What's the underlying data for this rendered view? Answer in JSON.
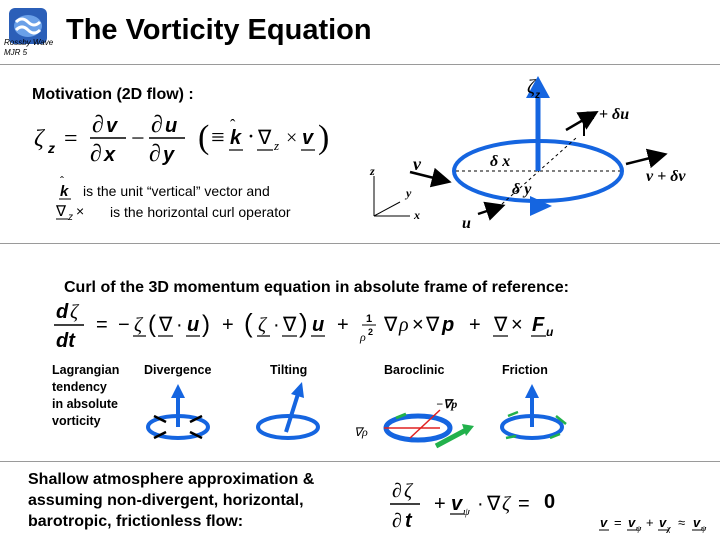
{
  "header": {
    "title": "The Vorticity Equation",
    "logo_caption_1": "Rossby Wave",
    "logo_caption_2": "MJR 5"
  },
  "section1": {
    "heading": "Motivation (2D flow) :",
    "khat_desc": "is the unit “vertical” vector and",
    "curl_desc": "is the horizontal curl operator"
  },
  "diagram": {
    "zeta_z": "ζ",
    "u_plus_du": "u + δu",
    "v_label": "v",
    "dx_label": "δ x",
    "dy_label": "δ y",
    "v_plus_dv": "v + δv",
    "u_label": "u",
    "axis_z": "z",
    "axis_y": "y",
    "axis_x": "x"
  },
  "section2": {
    "heading": "Curl of the 3D momentum equation in absolute frame of reference:",
    "terms": {
      "lagrangian": [
        "Lagrangian",
        "tendency",
        "in absolute",
        "vorticity"
      ],
      "divergence": "Divergence",
      "tilting": "Tilting",
      "baroclinic": "Baroclinic",
      "friction": "Friction"
    }
  },
  "section3": {
    "text": "Shallow atmosphere approximation & assuming non-divergent, horizontal, barotropic, frictionless flow:",
    "result": "0"
  },
  "colors": {
    "accent_blue": "#1565e0",
    "rule_gray": "#9a9a9a",
    "arrow_green": "#22b14c",
    "arrow_red": "#e02020"
  },
  "icons": [
    "earth-logo-icon",
    "ellipse-diagram-icon"
  ]
}
